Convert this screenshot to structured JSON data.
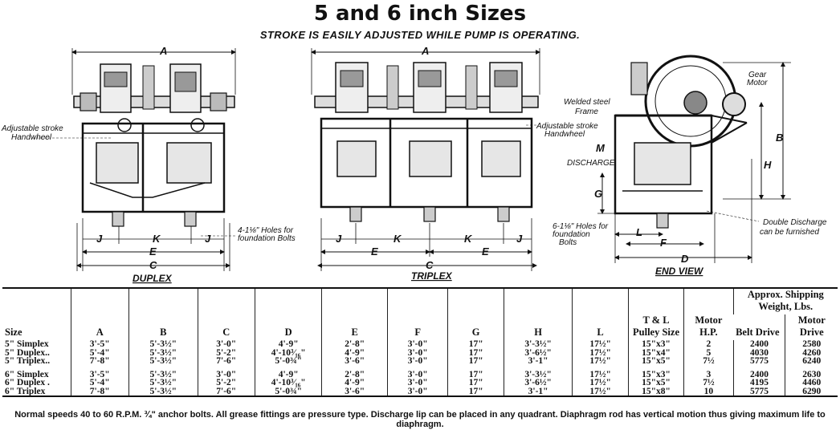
{
  "title": "5 and 6 inch Sizes",
  "subtitle": "STROKE IS EASILY ADJUSTED WHILE PUMP IS OPERATING.",
  "drawings": {
    "duplex": {
      "caption": "DUPLEX",
      "dims": [
        "A",
        "J",
        "K",
        "J",
        "E",
        "C"
      ],
      "labels": {
        "handwheel1": "Adjustable stroke",
        "handwheel2": "Handwheel",
        "bolts1": "4-1⅛\" Holes for",
        "bolts2": "foundation Bolts"
      }
    },
    "triplex": {
      "caption": "TRIPLEX",
      "dims": [
        "A",
        "J",
        "K",
        "K",
        "J",
        "E",
        "E",
        "C"
      ],
      "labels": {
        "handwheel1": "Adjustable stroke",
        "handwheel2": "Handwheel",
        "bolts1": "6-1⅛\" Holes for",
        "bolts2": "foundation",
        "bolts3": "Bolts"
      }
    },
    "end_view": {
      "caption": "END VIEW",
      "dims": [
        "B",
        "H",
        "G",
        "L",
        "F",
        "D"
      ],
      "labels": {
        "gear1": "Gear",
        "gear2": "Motor",
        "frame1": "Welded steel",
        "frame2": "Frame",
        "m": "M",
        "discharge": "DISCHARGE",
        "double1": "Double Discharge",
        "double2": "can be furnished"
      }
    }
  },
  "table": {
    "group_header": "Approx. Shipping Weight, Lbs.",
    "columns": [
      "Size",
      "A",
      "B",
      "C",
      "D",
      "E",
      "F",
      "G",
      "H",
      "L",
      "T & L Pulley Size",
      "Motor H.P.",
      "Belt Drive",
      "Motor Drive"
    ],
    "rows": [
      [
        "5\" Simplex",
        "3'-5\"",
        "5'-3½\"",
        "3'-0\"",
        "4'-9\"",
        "2'-8\"",
        "3'-0\"",
        "17\"",
        "3'-3½\"",
        "17½\"",
        "15\"x3\"",
        "2",
        "2400",
        "2580"
      ],
      [
        "5\" Duplex..",
        "5'-4\"",
        "5'-3½\"",
        "5'-2\"",
        "4'-10³⁄₁₆\"",
        "4'-9\"",
        "3'-0\"",
        "17\"",
        "3'-6½\"",
        "17½\"",
        "15\"x4\"",
        "5",
        "4030",
        "4260"
      ],
      [
        "5\" Triplex..",
        "7'-8\"",
        "5'-3½\"",
        "7'-6\"",
        "5'-0¾\"",
        "3'-6\"",
        "3'-0\"",
        "17\"",
        "3'-1\"",
        "17½\"",
        "15\"x5\"",
        "7½",
        "5775",
        "6240"
      ],
      [
        "6\" Simplex",
        "3'-5\"",
        "5'-3½\"",
        "3'-0\"",
        "4'-9\"",
        "2'-8\"",
        "3'-0\"",
        "17\"",
        "3'-3½\"",
        "17½\"",
        "15\"x3\"",
        "3",
        "2400",
        "2630"
      ],
      [
        "6\" Duplex .",
        "5'-4\"",
        "5'-3½\"",
        "5'-2\"",
        "4'-10³⁄₁₆\"",
        "4'-9\"",
        "3'-0\"",
        "17\"",
        "3'-6½\"",
        "17½\"",
        "15\"x5\"",
        "7½",
        "4195",
        "4460"
      ],
      [
        "6\" Triplex",
        "7'-8\"",
        "5'-3½\"",
        "7'-6\"",
        "5'-0¾\"",
        "3'-6\"",
        "3'-0\"",
        "17\"",
        "3'-1\"",
        "17½\"",
        "15\"x8\"",
        "10",
        "5775",
        "6290"
      ]
    ]
  },
  "footnote": "Normal speeds 40 to 60 R.P.M. ¾\" anchor bolts. All grease fittings are pressure type. Discharge lip can be placed in any quadrant. Diaphragm rod has vertical motion thus giving maximum life to diaphragm."
}
